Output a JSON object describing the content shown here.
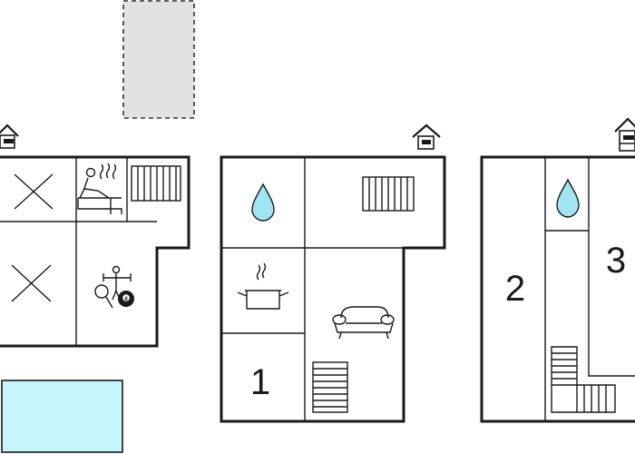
{
  "room_numbers": [
    "1",
    "2",
    "3"
  ],
  "colors": {
    "wall": "#1a1a1a",
    "pool_fill": "#c6f4fb",
    "water_drop": "#9fe6f2",
    "carport_fill": "#e2e2e2",
    "carport_stroke": "#333333"
  },
  "icons": [
    "entrance-house-icon",
    "cross-mark-icon",
    "sauna-icon",
    "radiator-icon",
    "game-room-icon",
    "water-drop-icon",
    "cooking-pot-icon",
    "sofa-icon",
    "stairs-icon"
  ]
}
